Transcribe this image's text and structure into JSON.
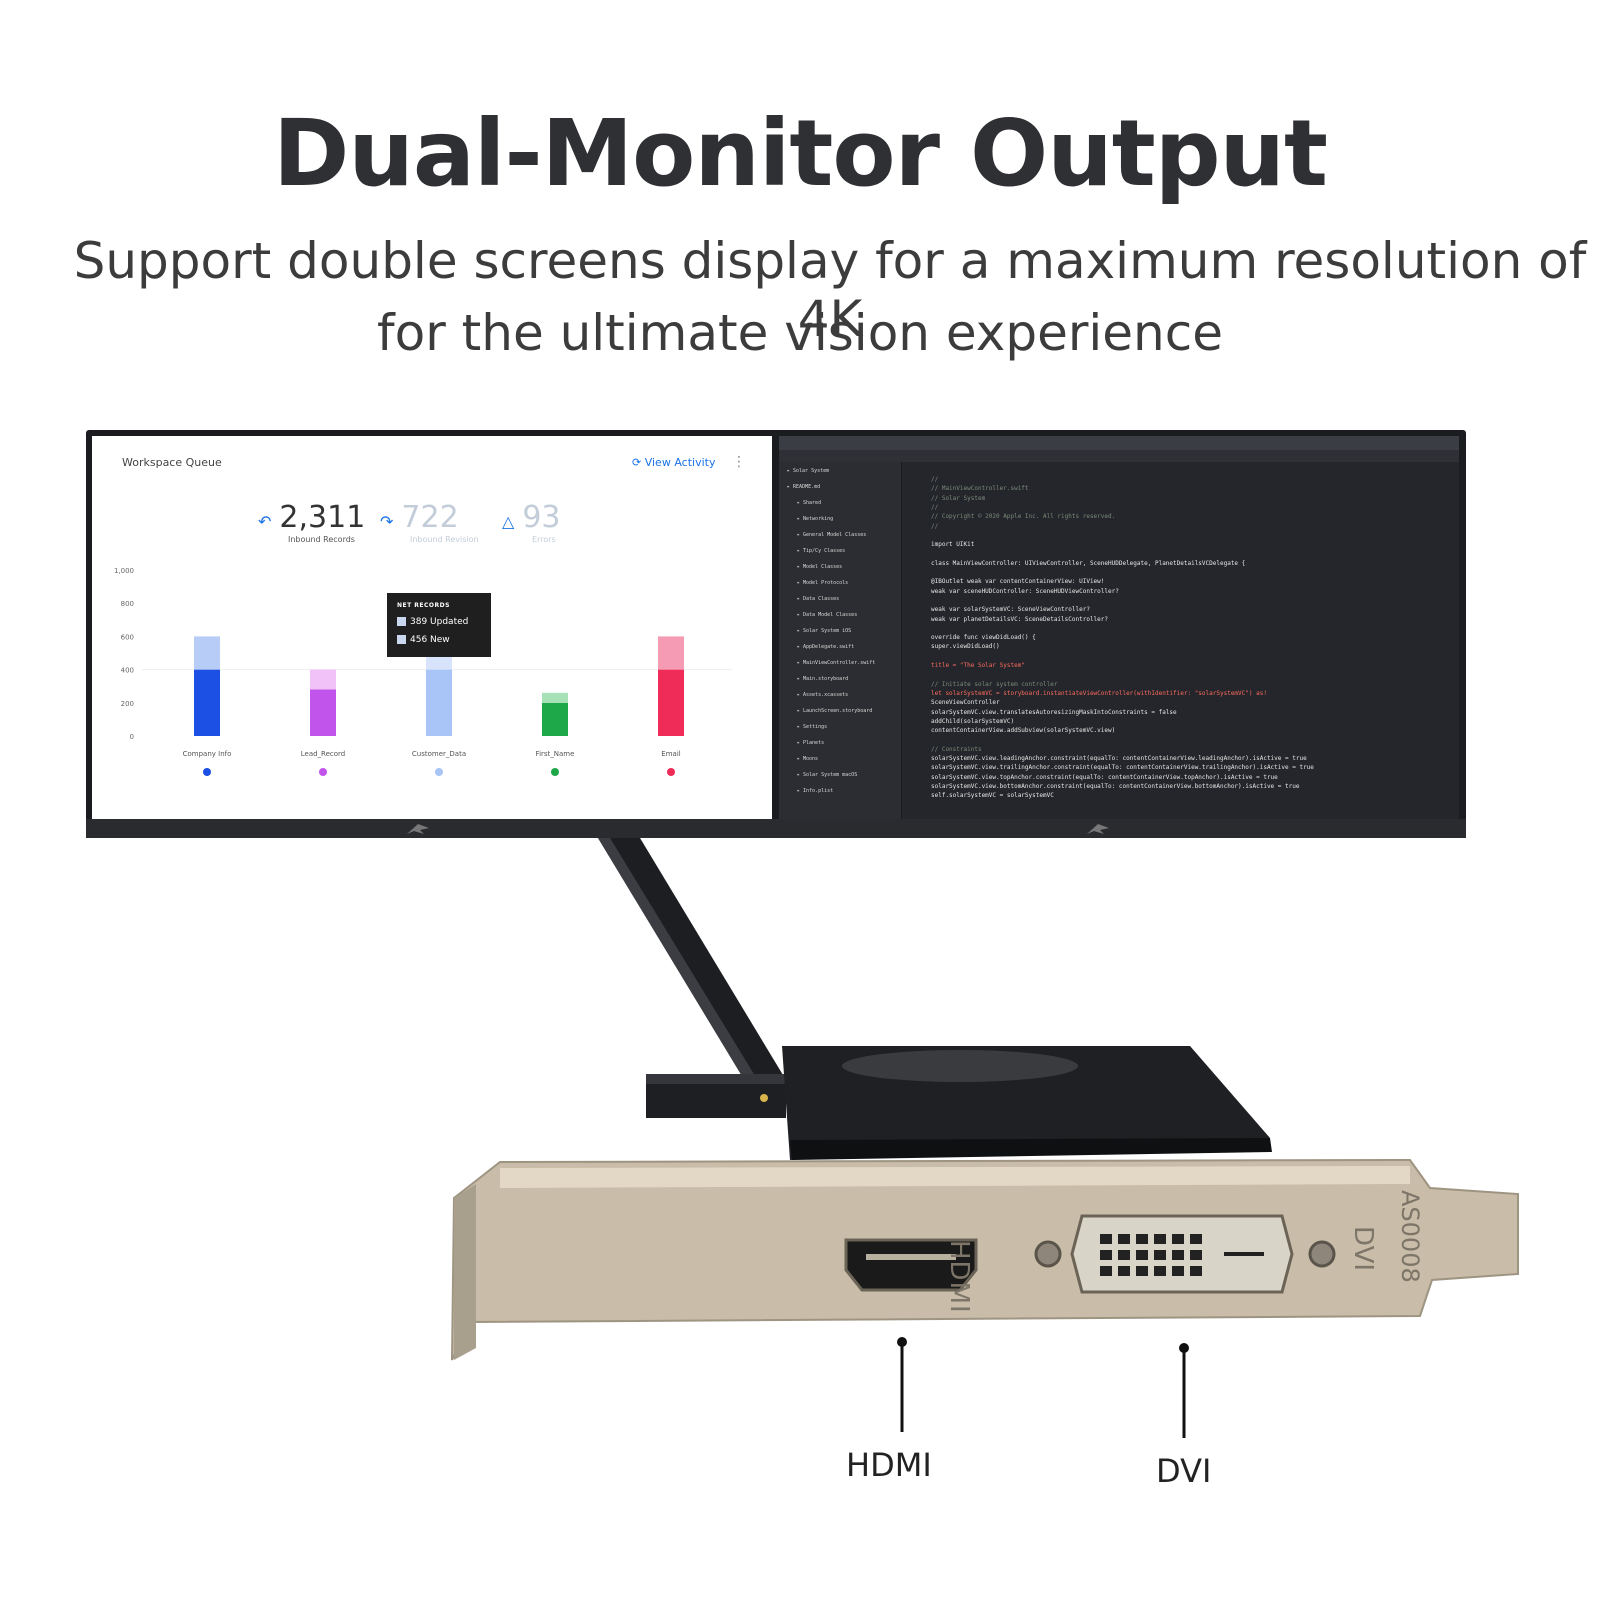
{
  "headline": "Dual-Monitor Output",
  "subline1": "Support double screens display for a maximum resolution of 4K",
  "subline2": "for the ultimate vision experience",
  "left_screen": {
    "title": "Workspace Queue",
    "view_activity": "View Activity",
    "stats": [
      {
        "value": "2,311",
        "label": "Inbound Records"
      },
      {
        "value": "722",
        "label": "Inbound Revision"
      },
      {
        "value": "93",
        "label": "Errors"
      }
    ],
    "tooltip": {
      "header": "NET RECORDS",
      "rows": [
        "389 Updated",
        "456 New"
      ]
    },
    "chart_data": {
      "type": "bar",
      "categories": [
        "Company Info",
        "Lead_Record",
        "Customer_Data",
        "First_Name",
        "Email"
      ],
      "series": [
        {
          "values": [
            400,
            280,
            400,
            200,
            400
          ]
        },
        {
          "values": [
            200,
            120,
            120,
            60,
            200
          ]
        }
      ],
      "yticks": [
        "0",
        "200",
        "400",
        "600",
        "800",
        "1,000"
      ],
      "ylim": [
        0,
        1000
      ],
      "colors": {
        "solid": [
          "#1c4fe3",
          "#c154ea",
          "#a9c5f7",
          "#1fa84a",
          "#ef2b57"
        ],
        "light": [
          "#b7cdf7",
          "#f0c2f7",
          "#d7e4fb",
          "#a6e2b6",
          "#f59bb3"
        ]
      }
    }
  },
  "right_screen": {
    "code_lines": [
      "//",
      "//  MainViewController.swift",
      "//  Solar System",
      "//",
      "//  Copyright © 2020 Apple Inc. All rights reserved.",
      "//",
      "",
      "import UIKit",
      "",
      "class MainViewController: UIViewController, SceneHUDDelegate, PlanetDetailsVCDelegate {",
      "",
      "    @IBOutlet weak var contentContainerView: UIView!",
      "    weak var sceneHUDController: SceneHUDViewController?",
      "",
      "    weak var solarSystemVC: SceneViewController?",
      "    weak var planetDetailsVC: SceneDetailsController?",
      "",
      "    override func viewDidLoad() {",
      "        super.viewDidLoad()",
      "",
      "        title = \"The Solar System\"",
      "",
      "        // Initiate solar system controller",
      "        let solarSystemVC = storyboard.instantiateViewController(withIdentifier: \"solarSystemVC\") as!",
      "            SceneViewController",
      "        solarSystemVC.view.translatesAutoresizingMaskIntoConstraints = false",
      "        addChild(solarSystemVC)",
      "        contentContainerView.addSubview(solarSystemVC.view)",
      "",
      "        // Constraints",
      "        solarSystemVC.view.leadingAnchor.constraint(equalTo: contentContainerView.leadingAnchor).isActive = true",
      "        solarSystemVC.view.trailingAnchor.constraint(equalTo: contentContainerView.trailingAnchor).isActive = true",
      "        solarSystemVC.view.topAnchor.constraint(equalTo: contentContainerView.topAnchor).isActive = true",
      "        solarSystemVC.view.bottomAnchor.constraint(equalTo: contentContainerView.bottomAnchor).isActive = true",
      "        self.solarSystemVC = solarSystemVC"
    ],
    "tree_items": [
      "Solar System",
      "README.md",
      "Shared",
      "Networking",
      "General Model Classes",
      "Tip/Cy Classes",
      "Model Classes",
      "Model Protocols",
      "Data Classes",
      "Data Model Classes",
      "Solar System iOS",
      "AppDelegate.swift",
      "MainViewController.swift",
      "Main.storyboard",
      "Assets.xcassets",
      "LaunchScreen.storyboard",
      "Settings",
      "Planets",
      "Moons",
      "Solar System macOS",
      "Info.plist"
    ]
  },
  "bracket": {
    "labels": [
      "HDMI",
      "DVI"
    ],
    "marking": "AS0008"
  },
  "ports": [
    "HDMI",
    "DVI"
  ]
}
